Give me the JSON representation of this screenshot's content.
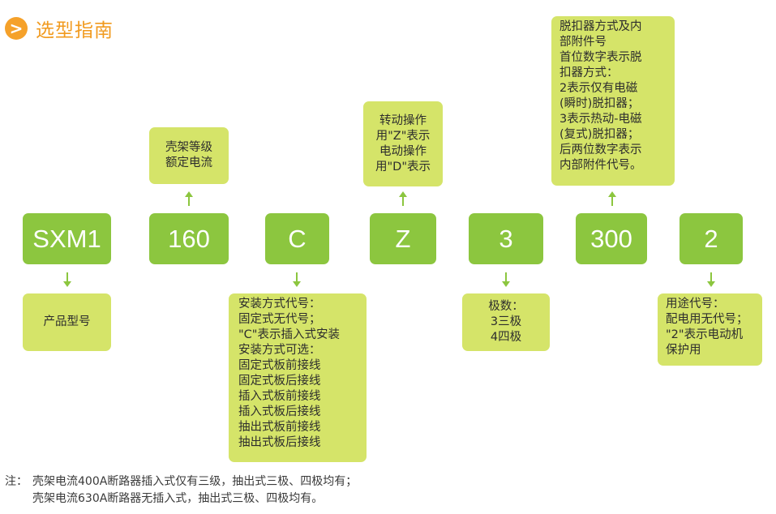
{
  "title": {
    "text": "选型指南",
    "badge_glyph": ">"
  },
  "colors": {
    "code_fill": "#8cc63f",
    "desc_fill": "#d5e469",
    "accent": "#f5a12a",
    "arrow": "#8cc63f"
  },
  "codes": [
    "SXM1",
    "160",
    "C",
    "Z",
    "3",
    "300",
    "2"
  ],
  "descriptions": {
    "product_model": "产品型号",
    "frame_grade": "壳架等级\n额定电流",
    "installation": "安装方式代号：\n固定式无代号；\n\"C\"表示插入式安装\n安装方式可选：\n固定式板前接线\n固定式板后接线\n插入式板前接线\n插入式板后接线\n抽出式板前接线\n抽出式板后接线",
    "operation": "转动操作\n用\"Z\"表示\n电动操作\n用\"D\"表示",
    "poles": "极数：\n3三极\n4四极",
    "release": "脱扣器方式及内\n部附件号\n首位数字表示脱\n扣器方式：\n2表示仅有电磁\n(瞬时)脱扣器；\n3表示热动-电磁\n(复式)脱扣器；\n后两位数字表示\n内部附件代号。",
    "usage": "用途代号：\n配电用无代号；\n\"2\"表示电动机\n保护用"
  },
  "note": {
    "prefix": "注：",
    "line1": "壳架电流400A断路器插入式仅有三级，抽出式三极、四极均有；",
    "line2": "壳架电流630A断路器无插入式，抽出式三极、四极均有。"
  }
}
